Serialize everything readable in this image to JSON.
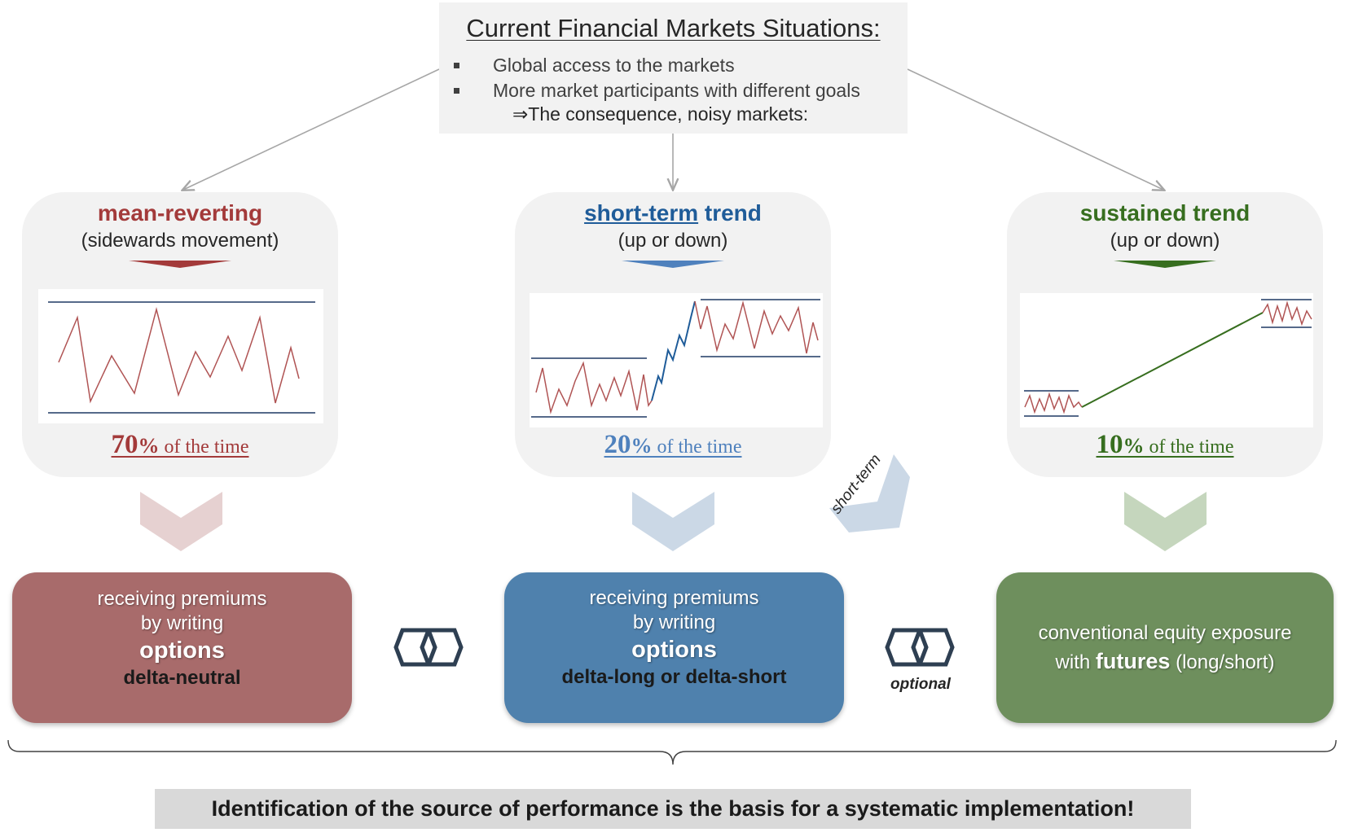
{
  "header": {
    "title": "Current Financial Markets Situations:",
    "bullets": [
      "Global access to the markets",
      "More market participants with different goals"
    ],
    "consequence": "⇒The consequence, noisy markets:"
  },
  "cards": [
    {
      "title": "mean-reverting",
      "subtitle": "(sidewards movement)",
      "percent": "70",
      "percent_symbol": "%",
      "percent_text": " of the time",
      "color": "#a33a3a"
    },
    {
      "title_part1": "short-term",
      "title_part2": " trend",
      "subtitle": "(up or down)",
      "percent": "20",
      "percent_symbol": "%",
      "percent_text": " of the time",
      "color": "#1f5c99"
    },
    {
      "title": "sustained trend",
      "subtitle": "(up or down)",
      "percent": "10",
      "percent_symbol": "%",
      "percent_text": " of the time",
      "color": "#376e1f"
    }
  ],
  "connector_label": "short-term",
  "actions": [
    {
      "line1": "receiving premiums",
      "line2": "by writing",
      "big": "options",
      "dark": "delta-neutral",
      "color": "#a86b6b"
    },
    {
      "line1": "receiving premiums",
      "line2": "by writing",
      "big": "options",
      "dark": "delta-long or delta-short",
      "color": "#4f81ad"
    },
    {
      "line1": "conventional equity exposure",
      "line2_pre": "with ",
      "line2_bold": "futures",
      "line2_post": " (long/short)",
      "color": "#6e8f5d"
    }
  ],
  "optional_label": "optional",
  "bottom_text": "Identification of the source of performance is the basis for a systematic implementation!",
  "icons": [
    "arrow-icon",
    "chevron-down-icon",
    "link-icon"
  ]
}
